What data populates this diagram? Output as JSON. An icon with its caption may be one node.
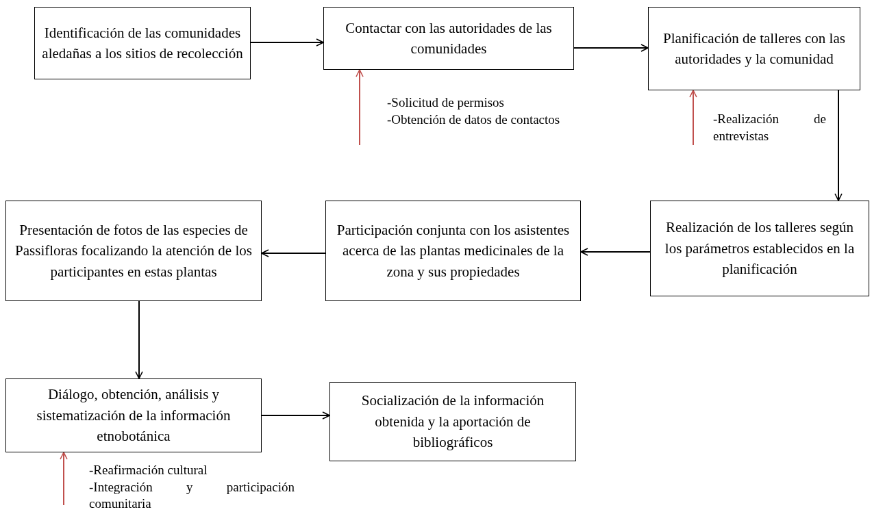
{
  "diagram": {
    "nodes": [
      {
        "text": [
          "Identificación de las comunidades aledañas a los sitios de recolección"
        ]
      },
      {
        "text": [
          "Contactar con las autoridades de las comunidades"
        ],
        "beside": [
          "-Solicitud de permisos",
          "-Obtención de datos de contactos"
        ]
      },
      {
        "text": [
          "Planificación de talleres con las autoridades y la comunidad"
        ],
        "beside": [
          "-Realización de entrevistas"
        ]
      },
      {
        "text": [
          "Realización de los talleres según los parámetros establecidos en la planificación"
        ]
      },
      {
        "text": [
          "Participación conjunta con los asistentes acerca de las plantas medicinales de la zona y sus propiedades"
        ]
      },
      {
        "text": [
          "Presentación de fotos de las especies de Passifloras focalizando la atención de los participantes en estas plantas"
        ]
      },
      {
        "text": [
          "Diálogo, obtención, análisis y sistematización de la información etnobotánica"
        ],
        "beside": [
          "-Reafirmación cultural",
          "-Integración y participación comunitaria"
        ]
      },
      {
        "text": [
          "Socialización de la información obtenida y la aportación de bibliográficos"
        ]
      }
    ],
    "edges": [
      {
        "from": 0,
        "to": 1,
        "arrow": "to"
      },
      {
        "from": 1,
        "to": 2,
        "arrow": "to"
      },
      {
        "from": 2,
        "to": 3,
        "arrow": "to"
      },
      {
        "from": 3,
        "to": 4,
        "arrow": "to"
      },
      {
        "from": 4,
        "to": 5,
        "arrow": "to"
      },
      {
        "from": 5,
        "to": 6,
        "arrow": "to"
      },
      {
        "from": 6,
        "to": 7,
        "arrow": "to"
      },
      {
        "from": null,
        "to": 1,
        "arrow": "to",
        "color": "#c0504d"
      },
      {
        "from": null,
        "to": 2,
        "arrow": "to",
        "color": "#c0504d"
      },
      {
        "from": null,
        "to": 6,
        "arrow": "to",
        "color": "#c0504d"
      }
    ]
  }
}
